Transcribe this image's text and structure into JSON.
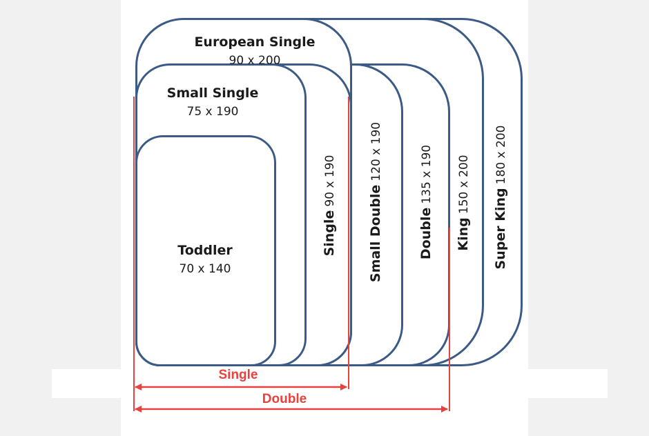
{
  "beds": {
    "super_king": {
      "name": "Super King",
      "size": "180 x 200"
    },
    "king": {
      "name": "King",
      "size": "150 x 200"
    },
    "double": {
      "name": "Double",
      "size": "135 x 190"
    },
    "small_double": {
      "name": "Small Double",
      "size": "120 x 190"
    },
    "european_single": {
      "name": "European Single",
      "size": "90 x 200"
    },
    "single": {
      "name": "Single",
      "size": "90 x 190"
    },
    "small_single": {
      "name": "Small Single",
      "size": "75 x 190"
    },
    "toddler": {
      "name": "Toddler",
      "size": "70 x 140"
    }
  },
  "measures": {
    "single": "Single",
    "double": "Double"
  },
  "colors": {
    "outline": "#3b5a86",
    "measure": "#e8413e"
  }
}
